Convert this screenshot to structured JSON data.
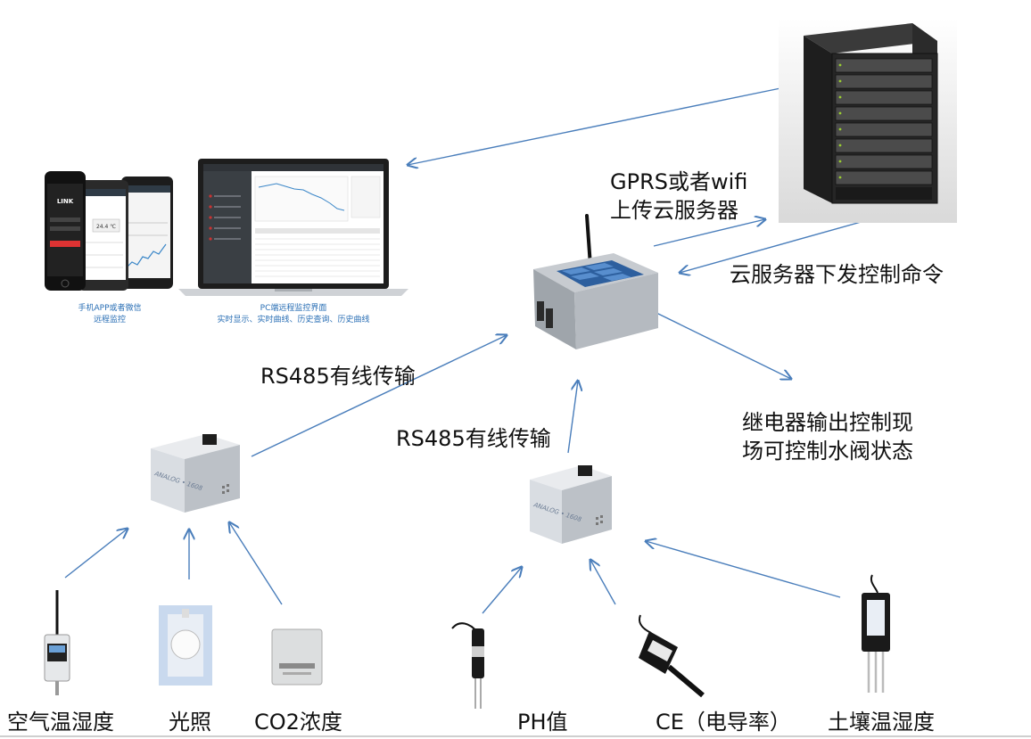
{
  "labels": {
    "upload_line1": "GPRS或者wifi",
    "upload_line2": "上传云服务器",
    "download": "云服务器下发控制命令",
    "rs485_left": "RS485有线传输",
    "rs485_right": "RS485有线传输",
    "relay_line1": "继电器输出控制现",
    "relay_line2": "场可控制水阀状态"
  },
  "captions": {
    "phone_line1": "手机APP或者微信",
    "phone_line2": "远程监控",
    "pc_line1": "PC端远程监控界面",
    "pc_line2": "实时显示、实时曲线、历史查询、历史曲线"
  },
  "sensors": {
    "air": "空气温湿度",
    "light": "光照",
    "co2": "CO2浓度",
    "ph": "PH值",
    "ce": "CE（电导率）",
    "soil": "土壤温湿度"
  },
  "devices": {
    "collector_brand": "ANALOG • 1608",
    "phone_logo": "LINK",
    "phone_reading": "24.4 ℃"
  },
  "colors": {
    "arrow": "#4a7ebb",
    "caption": "#2a6fb5"
  }
}
